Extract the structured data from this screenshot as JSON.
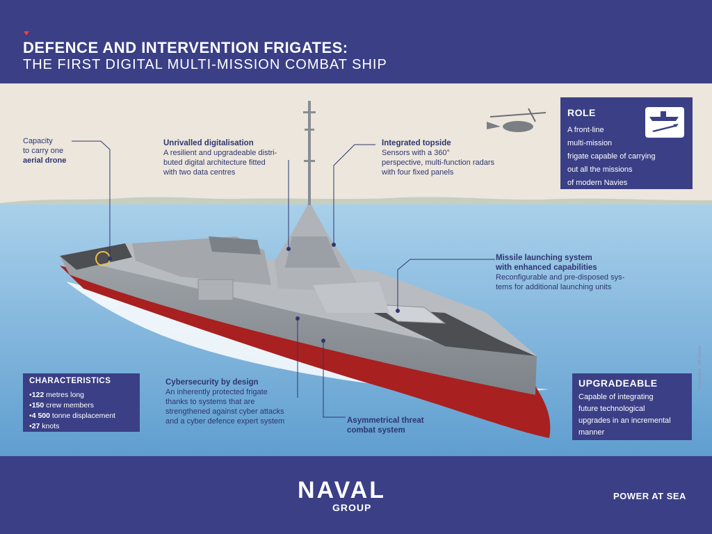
{
  "header": {
    "title": "DEFENCE AND INTERVENTION FRIGATES:",
    "subtitle": "THE FIRST DIGITAL MULTI-MISSION COMBAT SHIP"
  },
  "annotations": {
    "drone": {
      "line1": "Capacity",
      "line2": "to carry one",
      "bold": "aerial drone"
    },
    "digital": {
      "heading": "Unrivalled digitalisation",
      "line1": "A resilient and upgradeable distri-",
      "line2": "buted digital architecture fitted",
      "line3": "with two data centres"
    },
    "topside": {
      "heading": "Integrated topside",
      "line1": "Sensors with a 360°",
      "line2": "perspective, multi-function radars",
      "line3": "with four fixed panels"
    },
    "missile": {
      "heading1": "Missile launching system",
      "heading2": "with enhanced capabilities",
      "line1": "Reconfigurable and pre-disposed sys-",
      "line2": "tems for additional launching units"
    },
    "cyber": {
      "heading": "Cybersecurity by design",
      "line1": "An inherently protected frigate",
      "line2": "thanks to systems that are",
      "line3": "strengthened against cyber attacks",
      "line4": "and a cyber defence expert system"
    },
    "asym": {
      "heading1": "Asymmetrical threat",
      "heading2": "combat system"
    }
  },
  "role": {
    "title": "ROLE",
    "line1": "A front-line",
    "line2": "multi-mission",
    "line3": "frigate capable of carrying",
    "line4": "out all the missions",
    "line5": "of modern Navies"
  },
  "characteristics": {
    "title": "CHARACTERISTICS",
    "items": [
      {
        "value": "122",
        "text": " metres long"
      },
      {
        "value": "150",
        "text": " crew members"
      },
      {
        "value": "4 500",
        "text": " tonne displacement"
      },
      {
        "value": "27",
        "text": " knots"
      }
    ]
  },
  "upgradeable": {
    "title": "UPGRADEABLE",
    "line1": "Capable of integrating",
    "line2": "future technological",
    "line3": "upgrades in an incremental",
    "line4": "manner"
  },
  "footer": {
    "logo_main": "NAVAL",
    "logo_sub": "GROUP",
    "slogan": "POWER AT SEA",
    "credit": "Infographie : Art Presse"
  },
  "colors": {
    "navy": "#3a3f86",
    "sky": "#ece6dc",
    "sea": "#8ec0df",
    "hull_red": "#a8201f",
    "accent": "#e8414a"
  }
}
